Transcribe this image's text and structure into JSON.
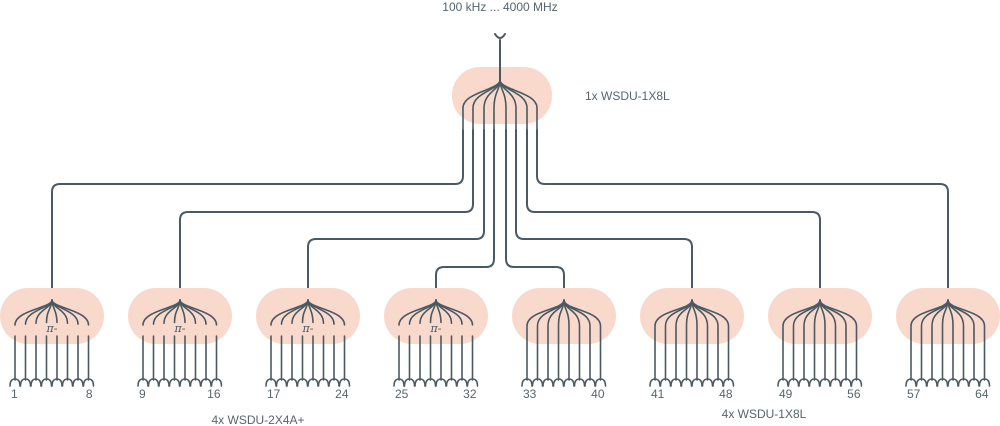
{
  "input": {
    "frequency_range": "100 kHz ... 4000 MHz",
    "connector_icon": "antenna-input-icon"
  },
  "splitter_main": {
    "label": "1x WSDU-1X8L",
    "outputs": 8
  },
  "groups": [
    {
      "label": "4x WSDU-2X4A+",
      "attenuator_icon": "pi-attenuator-icon",
      "units": [
        {
          "first_port": "1",
          "last_port": "8"
        },
        {
          "first_port": "9",
          "last_port": "16"
        },
        {
          "first_port": "17",
          "last_port": "24"
        },
        {
          "first_port": "25",
          "last_port": "32"
        }
      ]
    },
    {
      "label": "4x WSDU-1X8L",
      "units": [
        {
          "first_port": "33",
          "last_port": "40"
        },
        {
          "first_port": "41",
          "last_port": "48"
        },
        {
          "first_port": "49",
          "last_port": "56"
        },
        {
          "first_port": "57",
          "last_port": "64"
        }
      ]
    }
  ],
  "colors": {
    "splitter_fill": "#f9d9cc",
    "wire": "#4a5a63",
    "text": "#56656d"
  }
}
